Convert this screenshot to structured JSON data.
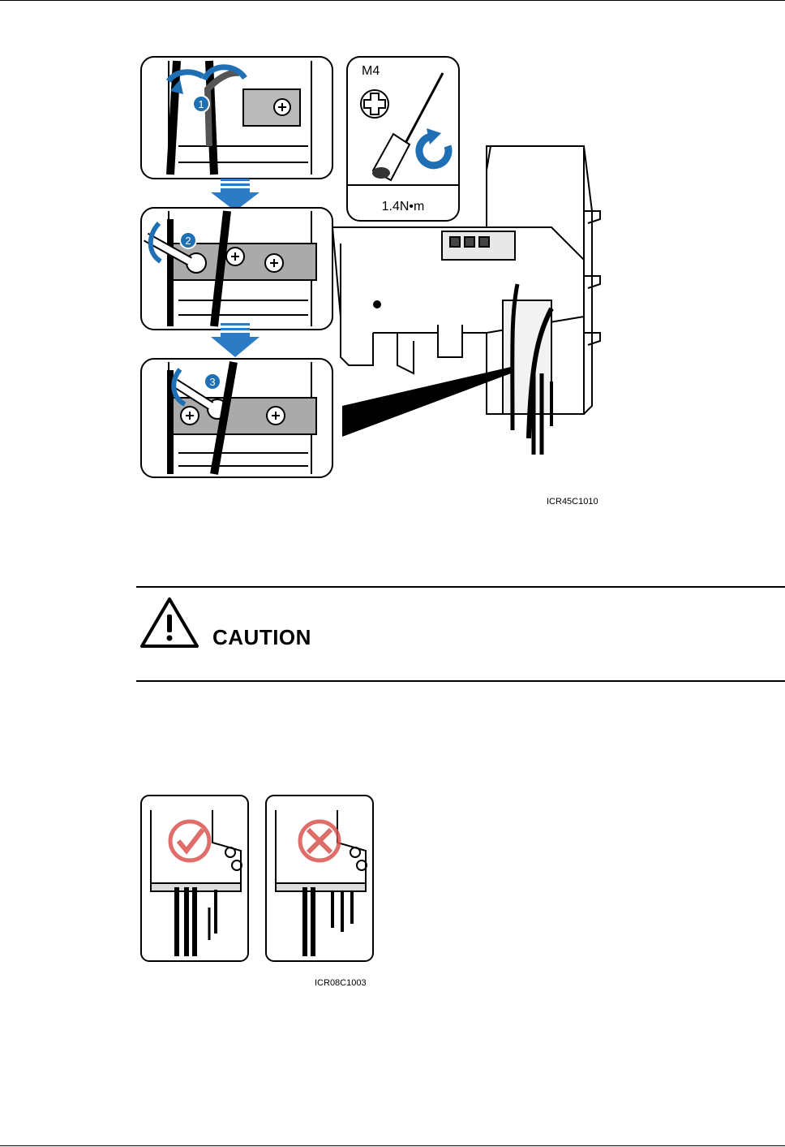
{
  "figure1": {
    "tool_size": "M4",
    "torque": "1.4N•m",
    "steps": [
      "1",
      "2",
      "3"
    ],
    "figure_id": "ICR45C1010"
  },
  "notice": {
    "label": "CAUTION",
    "icon": "warning-triangle-icon"
  },
  "figure2": {
    "figure_id": "ICR08C1003",
    "correct_icon": "check-icon",
    "wrong_icon": "cross-icon"
  },
  "colors": {
    "step_blue": "#1e6fb4",
    "arrow_blue": "#2b7cc4",
    "status_red": "#d9534f"
  }
}
